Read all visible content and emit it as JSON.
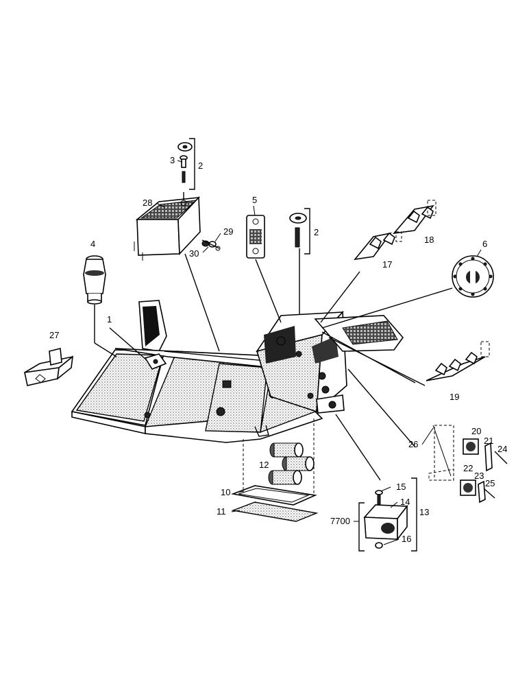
{
  "callouts": {
    "c1": "1",
    "c2a": "2",
    "c2b": "2",
    "c3": "3",
    "c4": "4",
    "c5": "5",
    "c6": "6",
    "c10": "10",
    "c11": "11",
    "c12": "12",
    "c13": "13",
    "c14": "14",
    "c15": "15",
    "c16": "16",
    "c17": "17",
    "c18": "18",
    "c19": "19",
    "c20": "20",
    "c21": "21",
    "c22": "22",
    "c23": "23",
    "c24": "24",
    "c25": "25",
    "c26": "26",
    "c27": "27",
    "c28": "28",
    "c29": "29",
    "c30": "30",
    "c7700": "7700"
  }
}
